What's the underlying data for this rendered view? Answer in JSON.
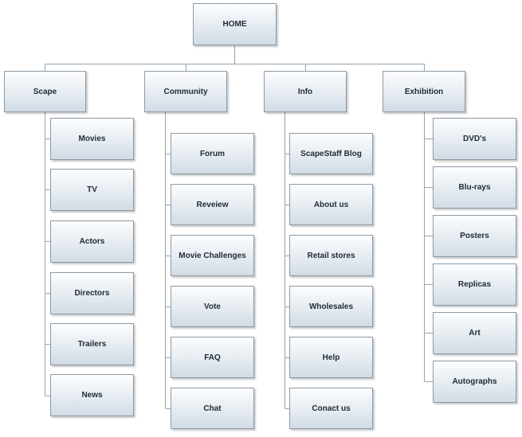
{
  "root": {
    "label": "HOME"
  },
  "sections": [
    {
      "label": "Scape",
      "items": [
        "Movies",
        "TV",
        "Actors",
        "Directors",
        "Trailers",
        "News"
      ]
    },
    {
      "label": "Community",
      "items": [
        "Forum",
        "Reveiew",
        "Movie Challenges",
        "Vote",
        "FAQ",
        "Chat"
      ]
    },
    {
      "label": "Info",
      "items": [
        "ScapeStaff Blog",
        "About us",
        "Retail stores",
        "Wholesales",
        "Help",
        "Conact us"
      ]
    },
    {
      "label": "Exhibition",
      "items": [
        "DVD's",
        "Blu-rays",
        "Posters",
        "Replicas",
        "Art",
        "Autographs"
      ]
    }
  ]
}
